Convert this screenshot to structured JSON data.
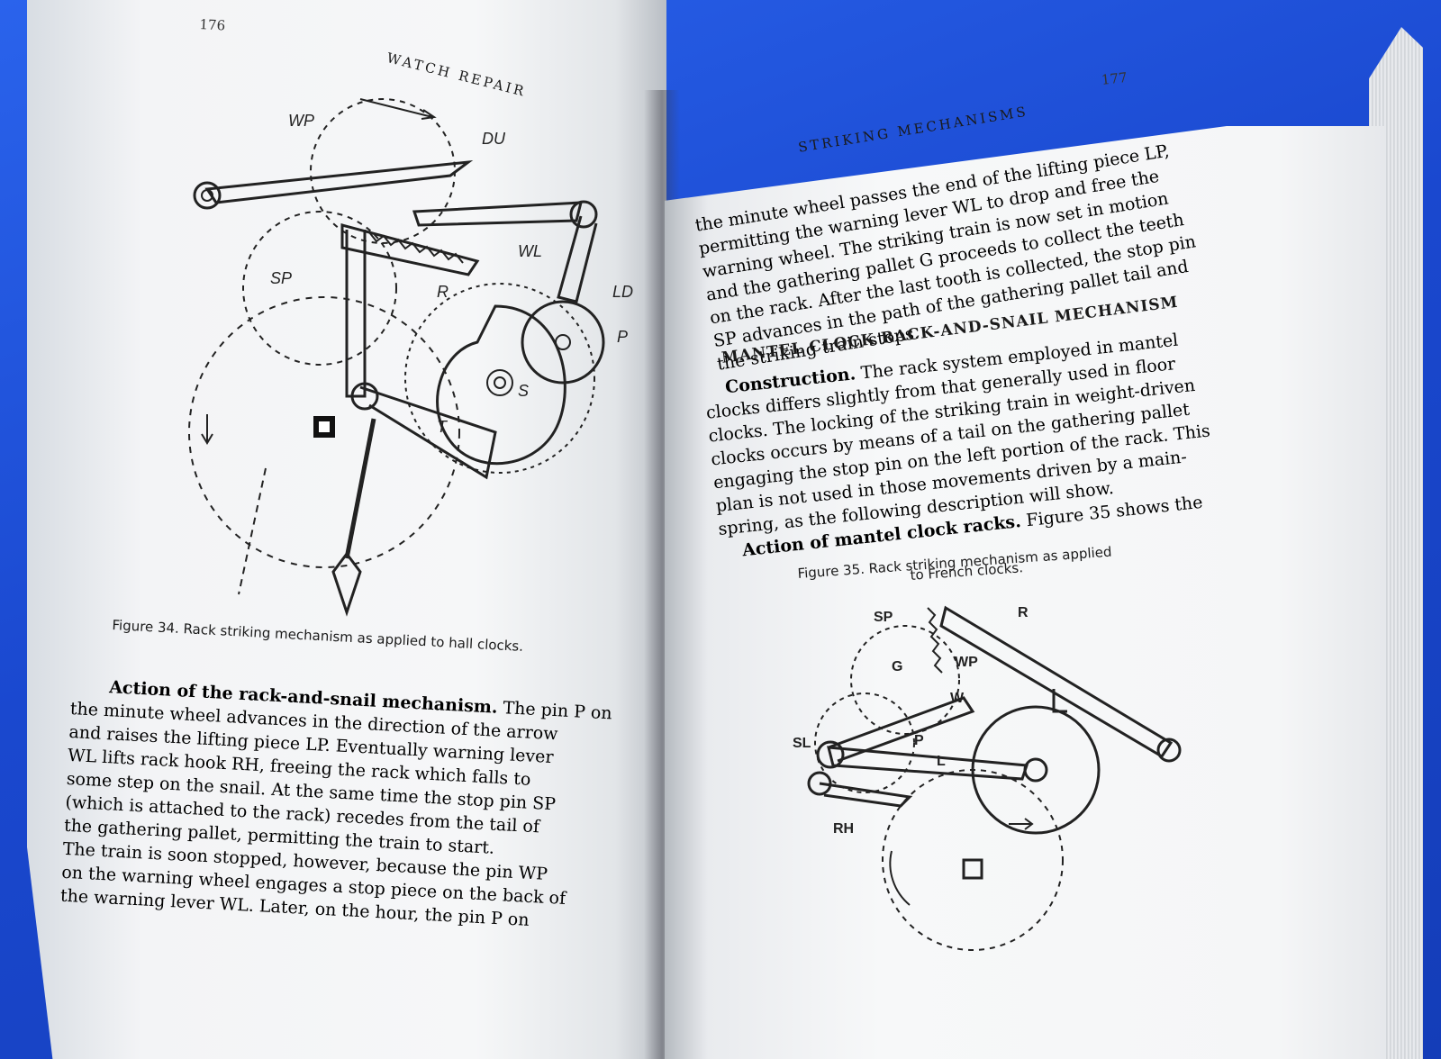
{
  "left_page": {
    "page_number": "176",
    "running_head": "WATCH REPAIR",
    "figure_labels": [
      "WP",
      "DU",
      "SP",
      "R",
      "WL",
      "LD",
      "P",
      "S",
      "T"
    ],
    "caption": "Figure 34. Rack striking mechanism as applied to hall clocks.",
    "paragraph_heading": "Action of the rack-and-snail mechanism.",
    "lines": [
      " The pin P on",
      "the minute wheel advances in the direction of the arrow",
      "and raises the lifting piece LP. Eventually warning lever",
      "WL lifts rack hook RH, freeing the rack which falls to",
      "some step on the snail. At the same time the stop pin SP",
      "(which is attached to the rack) recedes from the tail of",
      "the gathering pallet, permitting the train to start.",
      "The train is soon stopped, however, because the pin WP",
      "on the warning wheel engages a stop piece on the back of",
      "the warning lever WL. Later, on the hour, the pin P on"
    ]
  },
  "right_page": {
    "page_number": "177",
    "running_head": "STRIKING MECHANISMS",
    "top_lines": [
      "the minute wheel passes the end of the lifting piece LP,",
      "permitting the warning lever WL to drop and free the",
      "warning wheel. The striking train is now set in motion",
      "and the gathering pallet G proceeds to collect the teeth",
      "on the rack. After the last tooth is collected, the stop pin",
      "SP advances in the path of the gathering pallet tail and",
      "the striking train stops."
    ],
    "section_heading": "MANTEL CLOCK RACK-AND-SNAIL MECHANISM",
    "construction_heading": "Construction.",
    "construction_lines": [
      " The rack system employed in mantel",
      "clocks differs slightly from that generally used in floor",
      "clocks. The locking of the striking train in weight-driven",
      "clocks occurs by means of a tail on the gathering pallet",
      "engaging the stop pin on the left portion of the rack. This",
      "plan is not used in those movements driven by a main-",
      "spring, as the following description will show."
    ],
    "action_heading": "Action of mantel clock racks.",
    "action_tail": " Figure 35 shows the",
    "caption_line1": "Figure 35. Rack striking mechanism as applied",
    "caption_line2": "to French clocks.",
    "figure_labels": [
      "SP",
      "R",
      "G",
      "WP",
      "W",
      "SL",
      "P",
      "L",
      "RH"
    ]
  }
}
